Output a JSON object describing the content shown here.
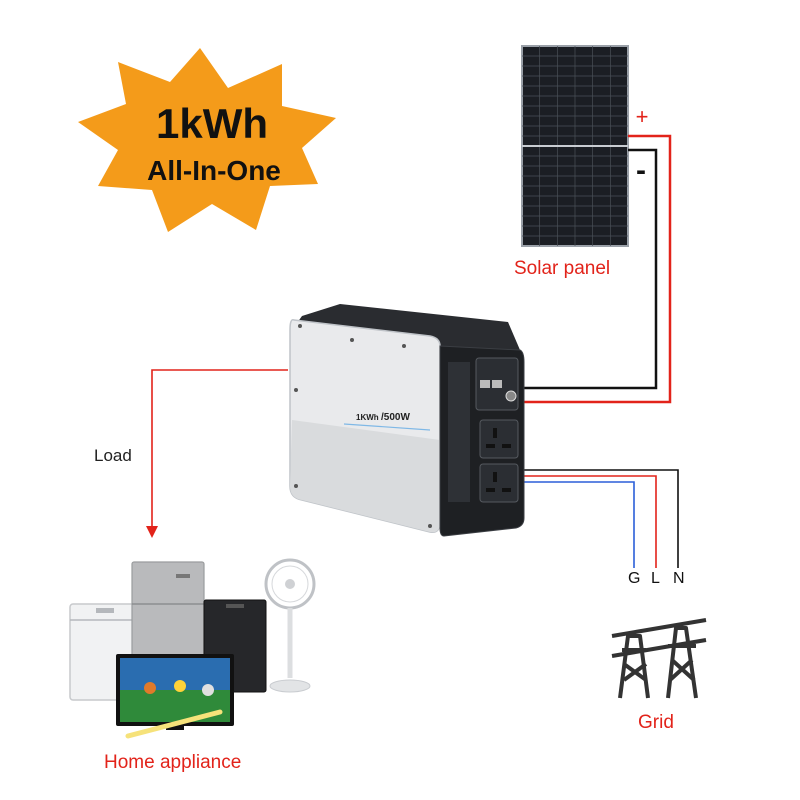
{
  "badge": {
    "line1": "1kWh",
    "line2": "All-In-One"
  },
  "device_label": {
    "capacity": "1KWh",
    "power": "/500W"
  },
  "solar": {
    "label": "Solar panel",
    "plus": "+",
    "minus": "-"
  },
  "load_label": "Load",
  "grid": {
    "label": "Grid",
    "g": "G",
    "l": "L",
    "n": "N"
  },
  "home_label": "Home appliance",
  "colors": {
    "badge": "#f49b1a",
    "wire_red": "#e2231a",
    "wire_black": "#111111",
    "wire_blue": "#2b5fd9",
    "label_red": "#e2231a"
  }
}
